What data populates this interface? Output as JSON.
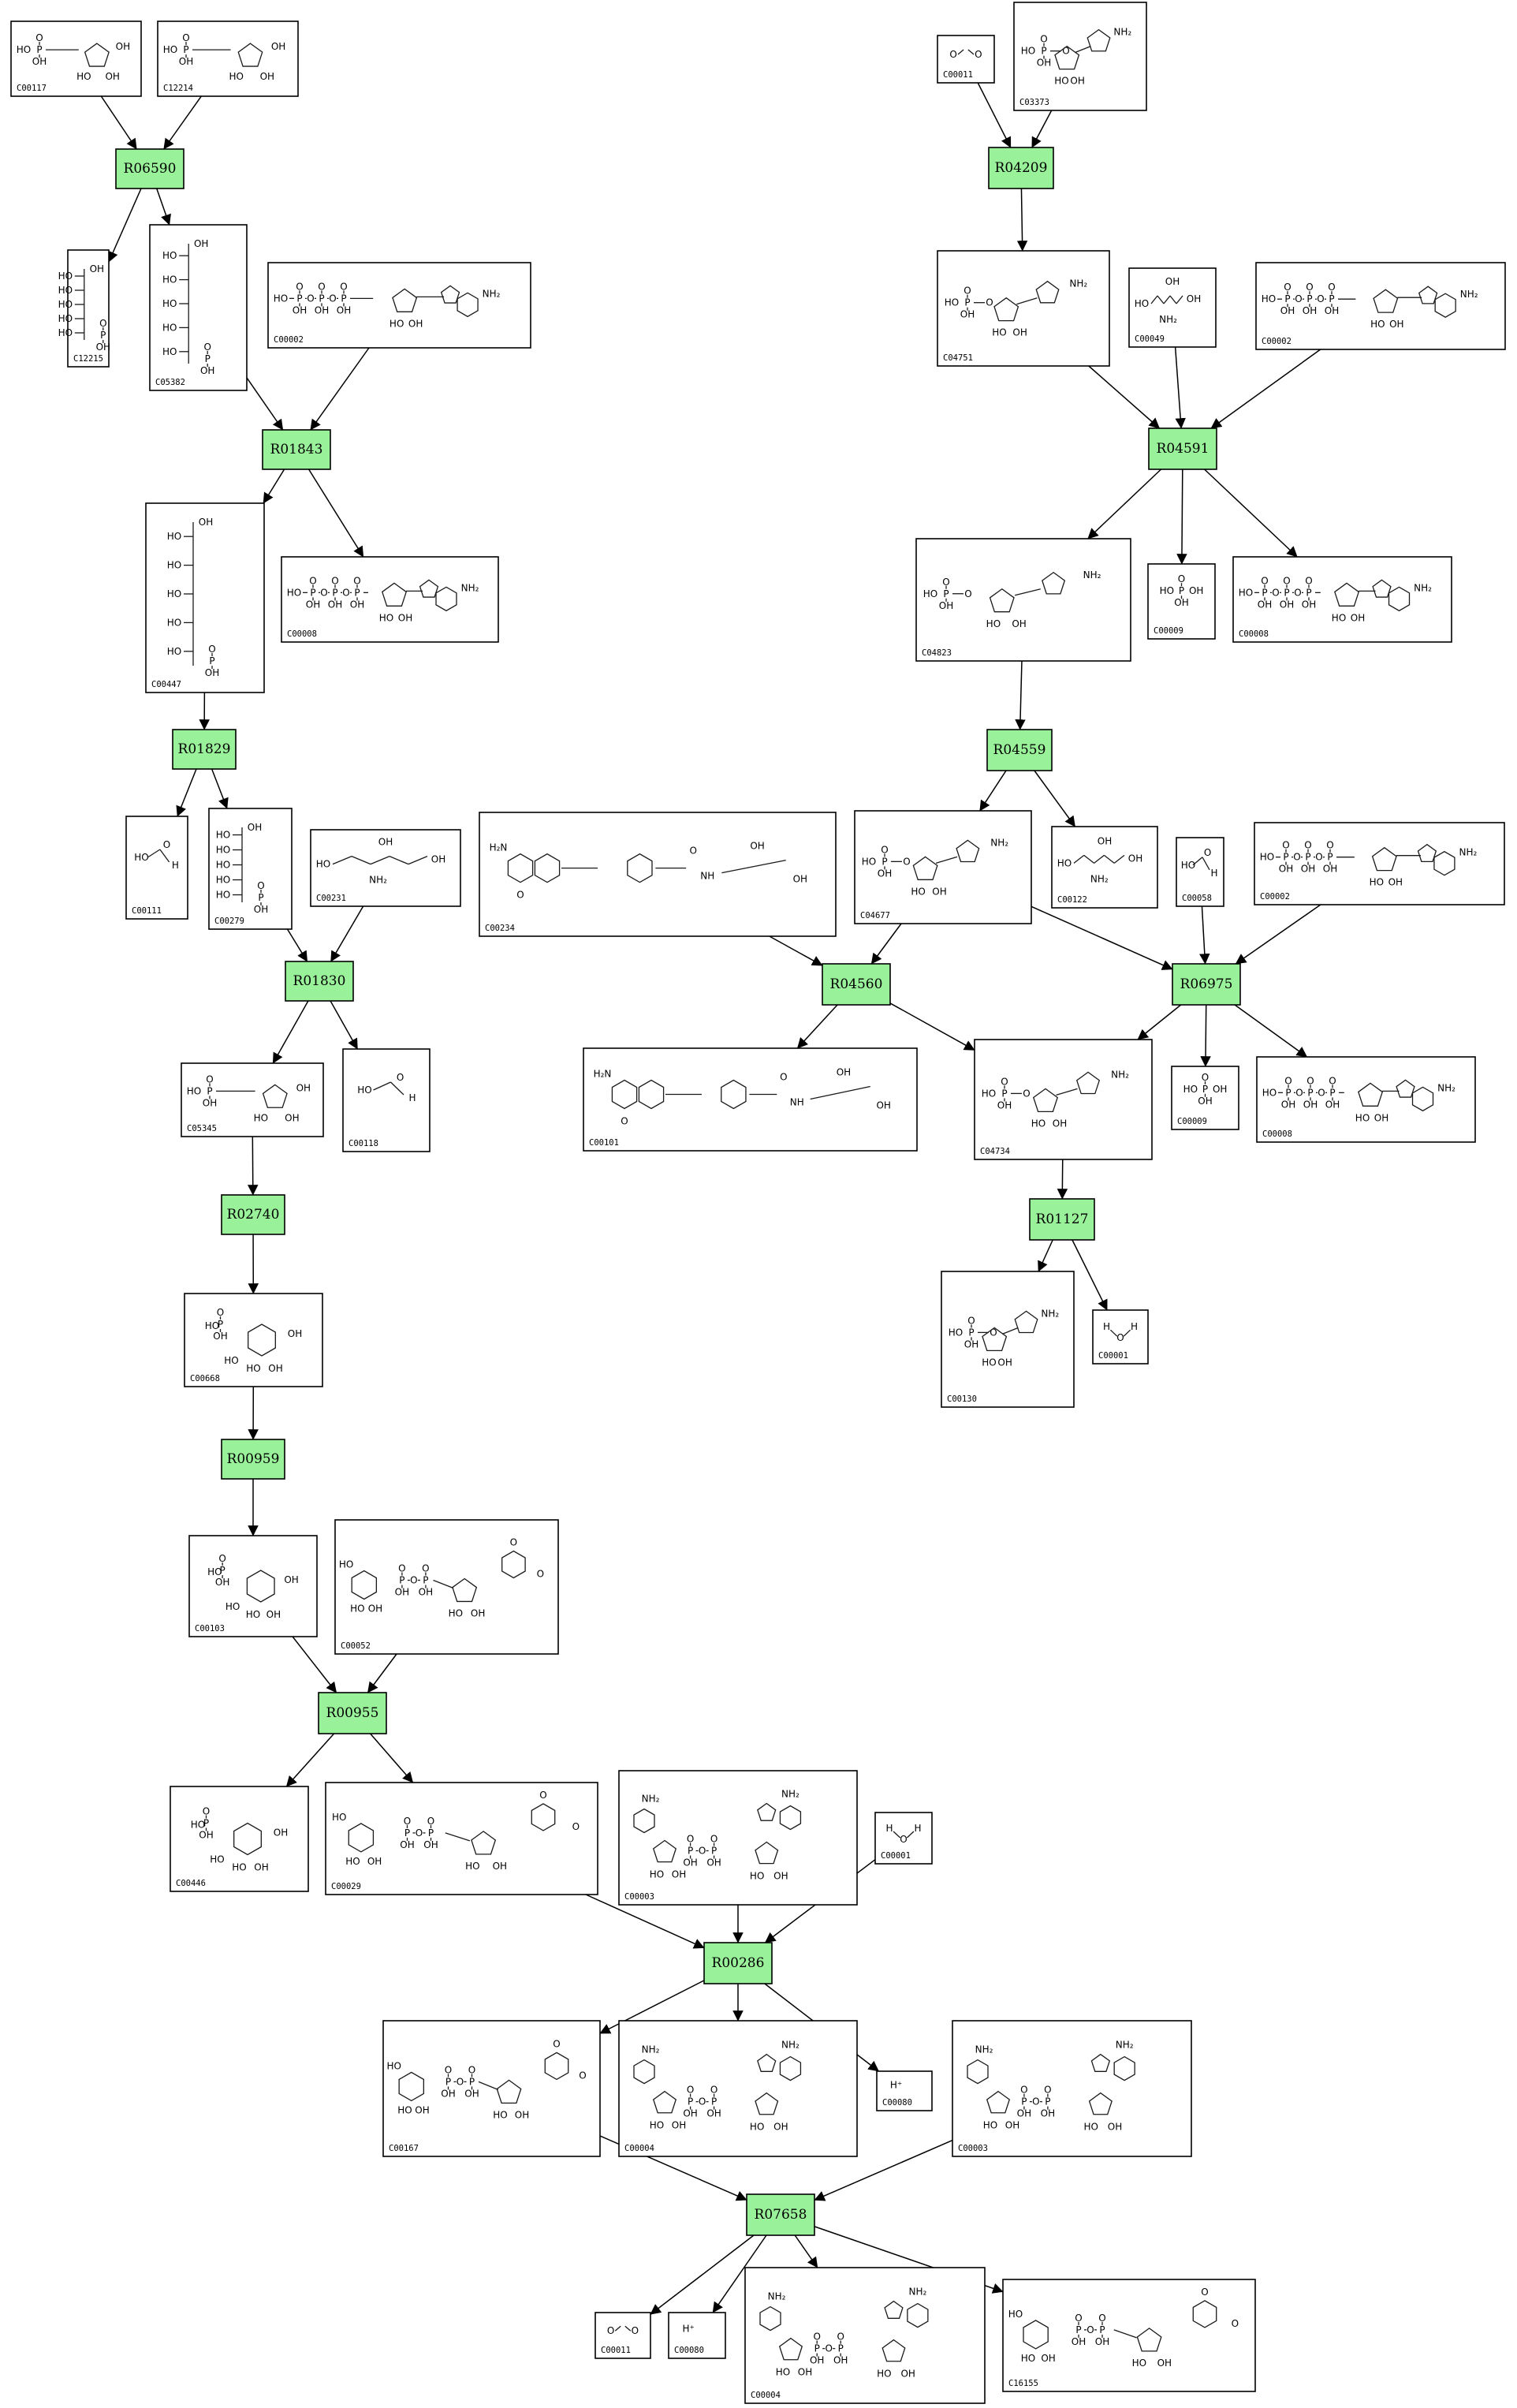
{
  "colors": {
    "reaction_fill": "#99f299",
    "stroke": "#000000",
    "background": "#ffffff"
  },
  "compounds": [
    {
      "id": "c1",
      "label": "C00117",
      "mol": "ring5p"
    },
    {
      "id": "c2",
      "label": "C12214",
      "mol": "ring5p"
    },
    {
      "id": "c3",
      "label": "C12215",
      "mol": "chainp"
    },
    {
      "id": "c4",
      "label": "C05382",
      "mol": "chainp"
    },
    {
      "id": "c5",
      "label": "C00002",
      "mol": "atp"
    },
    {
      "id": "c6",
      "label": "C00447",
      "mol": "chainp"
    },
    {
      "id": "c7",
      "label": "C00008",
      "mol": "atp"
    },
    {
      "id": "c8",
      "label": "C00111",
      "mol": "small"
    },
    {
      "id": "c9",
      "label": "C00279",
      "mol": "chainp"
    },
    {
      "id": "c10",
      "label": "C00231",
      "mol": "chainh"
    },
    {
      "id": "c11",
      "label": "C05345",
      "mol": "ring5p"
    },
    {
      "id": "c12",
      "label": "C00118",
      "mol": "small"
    },
    {
      "id": "c13",
      "label": "C00668",
      "mol": "ring6p"
    },
    {
      "id": "c14",
      "label": "C00103",
      "mol": "ring6p"
    },
    {
      "id": "c15",
      "label": "C00052",
      "mol": "udp"
    },
    {
      "id": "c16",
      "label": "C00446",
      "mol": "ring6p"
    },
    {
      "id": "c17",
      "label": "C00029",
      "mol": "udp"
    },
    {
      "id": "c18",
      "label": "C00003",
      "mol": "nad"
    },
    {
      "id": "c19",
      "label": "C00001",
      "mol": "water"
    },
    {
      "id": "c20",
      "label": "C00167",
      "mol": "udp"
    },
    {
      "id": "c21",
      "label": "C00004",
      "mol": "nad"
    },
    {
      "id": "c22",
      "label": "C00080",
      "mol": "hplus"
    },
    {
      "id": "c23",
      "label": "C00003",
      "mol": "nad"
    },
    {
      "id": "c24",
      "label": "C00011",
      "mol": "co2"
    },
    {
      "id": "c25",
      "label": "C00080",
      "mol": "hplus"
    },
    {
      "id": "c26",
      "label": "C00004",
      "mol": "nad"
    },
    {
      "id": "c27",
      "label": "C16155",
      "mol": "udp"
    },
    {
      "id": "c28",
      "label": "C00011",
      "mol": "co2"
    },
    {
      "id": "c29",
      "label": "C03373",
      "mol": "imid"
    },
    {
      "id": "c30",
      "label": "C04751",
      "mol": "imid"
    },
    {
      "id": "c31",
      "label": "C00049",
      "mol": "chainh"
    },
    {
      "id": "c32",
      "label": "C00002",
      "mol": "atp"
    },
    {
      "id": "c33",
      "label": "C04823",
      "mol": "imid"
    },
    {
      "id": "c34",
      "label": "C00009",
      "mol": "pi"
    },
    {
      "id": "c35",
      "label": "C00008",
      "mol": "atp"
    },
    {
      "id": "c36",
      "label": "C00122",
      "mol": "chainh"
    },
    {
      "id": "c37",
      "label": "C00234",
      "mol": "folate"
    },
    {
      "id": "c38",
      "label": "C04677",
      "mol": "imid"
    },
    {
      "id": "c39",
      "label": "C00058",
      "mol": "small"
    },
    {
      "id": "c40",
      "label": "C00002",
      "mol": "atp"
    },
    {
      "id": "c41",
      "label": "C00101",
      "mol": "folate"
    },
    {
      "id": "c42",
      "label": "C04734",
      "mol": "imid"
    },
    {
      "id": "c43",
      "label": "C00009",
      "mol": "pi"
    },
    {
      "id": "c44",
      "label": "C00008",
      "mol": "atp"
    },
    {
      "id": "c45",
      "label": "C00130",
      "mol": "imid"
    },
    {
      "id": "c46",
      "label": "C00001",
      "mol": "water"
    }
  ],
  "reactions": [
    {
      "id": "r1",
      "label": "R06590"
    },
    {
      "id": "r2",
      "label": "R01843"
    },
    {
      "id": "r3",
      "label": "R01829"
    },
    {
      "id": "r4",
      "label": "R01830"
    },
    {
      "id": "r5",
      "label": "R02740"
    },
    {
      "id": "r6",
      "label": "R00959"
    },
    {
      "id": "r7",
      "label": "R00955"
    },
    {
      "id": "r8",
      "label": "R00286"
    },
    {
      "id": "r9",
      "label": "R07658"
    },
    {
      "id": "r10",
      "label": "R04209"
    },
    {
      "id": "r11",
      "label": "R04591"
    },
    {
      "id": "r12",
      "label": "R04559"
    },
    {
      "id": "r13",
      "label": "R04560"
    },
    {
      "id": "r14",
      "label": "R06975"
    },
    {
      "id": "r15",
      "label": "R01127"
    }
  ],
  "edges": [
    [
      "c1",
      "r1"
    ],
    [
      "c2",
      "r1"
    ],
    [
      "r1",
      "c3"
    ],
    [
      "r1",
      "c4"
    ],
    [
      "c4",
      "r2"
    ],
    [
      "c5",
      "r2"
    ],
    [
      "r2",
      "c6"
    ],
    [
      "r2",
      "c7"
    ],
    [
      "c6",
      "r3"
    ],
    [
      "r3",
      "c8"
    ],
    [
      "r3",
      "c9"
    ],
    [
      "c9",
      "r4"
    ],
    [
      "c10",
      "r4"
    ],
    [
      "r4",
      "c11"
    ],
    [
      "r4",
      "c12"
    ],
    [
      "c11",
      "r5"
    ],
    [
      "r5",
      "c13"
    ],
    [
      "c13",
      "r6"
    ],
    [
      "r6",
      "c14"
    ],
    [
      "c14",
      "r7"
    ],
    [
      "c15",
      "r7"
    ],
    [
      "r7",
      "c16"
    ],
    [
      "r7",
      "c17"
    ],
    [
      "c17",
      "r8"
    ],
    [
      "c18",
      "r8"
    ],
    [
      "c19",
      "r8"
    ],
    [
      "r8",
      "c20"
    ],
    [
      "r8",
      "c21"
    ],
    [
      "r8",
      "c22"
    ],
    [
      "c20",
      "r9"
    ],
    [
      "c23",
      "r9"
    ],
    [
      "r9",
      "c24"
    ],
    [
      "r9",
      "c25"
    ],
    [
      "r9",
      "c26"
    ],
    [
      "r9",
      "c27"
    ],
    [
      "c28",
      "r10"
    ],
    [
      "c29",
      "r10"
    ],
    [
      "r10",
      "c30"
    ],
    [
      "c30",
      "r11"
    ],
    [
      "c31",
      "r11"
    ],
    [
      "c32",
      "r11"
    ],
    [
      "r11",
      "c33"
    ],
    [
      "r11",
      "c34"
    ],
    [
      "r11",
      "c35"
    ],
    [
      "c33",
      "r12"
    ],
    [
      "r12",
      "c38"
    ],
    [
      "r12",
      "c36"
    ],
    [
      "c37",
      "r13"
    ],
    [
      "c38",
      "r13"
    ],
    [
      "r13",
      "c41"
    ],
    [
      "r13",
      "c42"
    ],
    [
      "c38",
      "r14"
    ],
    [
      "c39",
      "r14"
    ],
    [
      "c40",
      "r14"
    ],
    [
      "r14",
      "c42"
    ],
    [
      "r14",
      "c43"
    ],
    [
      "r14",
      "c44"
    ],
    [
      "c42",
      "r15"
    ],
    [
      "r15",
      "c45"
    ],
    [
      "r15",
      "c46"
    ]
  ]
}
